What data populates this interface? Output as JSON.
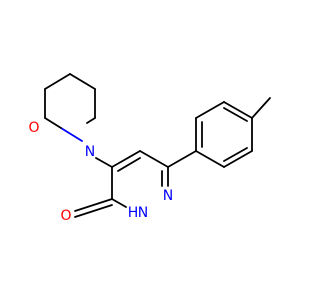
{
  "molecule": {
    "atoms": {
      "oxygen_morpholine": "O",
      "nitrogen_morpholine": "N",
      "nitrogen_ring": "N",
      "nh_group": "H",
      "nh_n": "N",
      "carbonyl_oxygen": "O"
    },
    "colors": {
      "bond": "#000000",
      "oxygen": "#ff0000",
      "nitrogen": "#0000ff",
      "background": "#ffffff"
    }
  }
}
